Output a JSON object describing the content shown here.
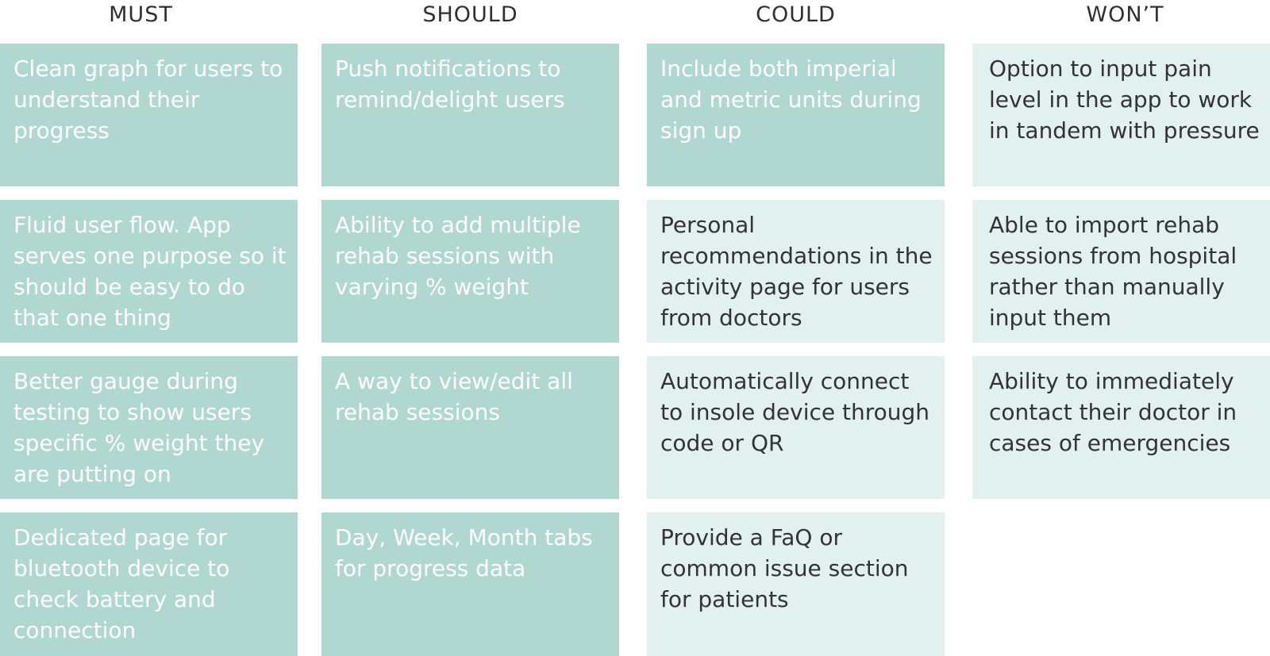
{
  "columns": [
    {
      "header": "MUST",
      "cards": [
        {
          "text": "Clean graph for users to understand their progress",
          "style": "dark"
        },
        {
          "text": "Fluid user flow. App serves one purpose so it should be easy to do that one thing",
          "style": "dark"
        },
        {
          "text": "Better gauge during testing to show users specific % weight they are putting on",
          "style": "dark"
        },
        {
          "text": "Dedicated page for bluetooth device to check battery and connection",
          "style": "dark"
        }
      ]
    },
    {
      "header": "SHOULD",
      "cards": [
        {
          "text": "Push notifications to remind/delight users",
          "style": "dark"
        },
        {
          "text": "Ability to add multiple rehab sessions with varying % weight",
          "style": "dark"
        },
        {
          "text": "A way to view/edit all rehab sessions",
          "style": "dark"
        },
        {
          "text": "Day, Week, Month tabs for progress data",
          "style": "dark"
        }
      ]
    },
    {
      "header": "COULD",
      "cards": [
        {
          "text": "Include both imperial and metric units during sign up",
          "style": "dark"
        },
        {
          "text": "Personal recommendations in the activity page for users from doctors",
          "style": "light"
        },
        {
          "text": "Automatically connect to insole device through code or QR",
          "style": "light"
        },
        {
          "text": "Provide a FaQ or common issue section for patients",
          "style": "light"
        }
      ]
    },
    {
      "header": "WON’T",
      "cards": [
        {
          "text": "Option to input pain level in the app to work in tandem with pressure",
          "style": "light"
        },
        {
          "text": "Able to import rehab sessions from hospital rather than manually input them",
          "style": "light"
        },
        {
          "text": "Ability to immediately contact their doctor in cases of emergencies",
          "style": "light"
        }
      ]
    }
  ],
  "colors": {
    "dark_card": "#b0d8d0",
    "light_card": "#e2f1ee",
    "dark_text": "#ffffff",
    "light_text": "#333333",
    "header_text": "#2f2f2f"
  }
}
